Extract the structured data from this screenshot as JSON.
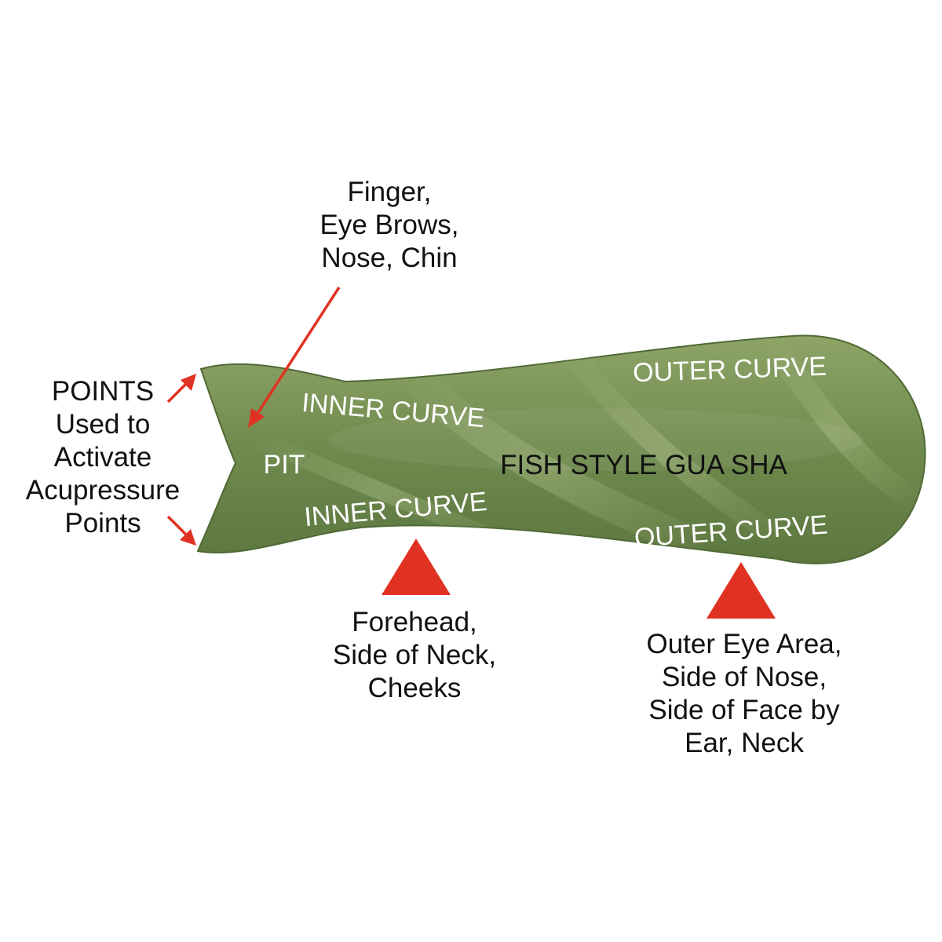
{
  "colors": {
    "jade": "#6f8a4e",
    "jade_light": "#8fa56a",
    "jade_dark": "#4f6a34",
    "marker_red": "#e03222",
    "stone_text": "#ffffff",
    "title_text": "#111111"
  },
  "stone": {
    "title": "FISH STYLE GUA SHA",
    "pit": "PIT",
    "inner_curve_top": "INNER CURVE",
    "inner_curve_bottom": "INNER CURVE",
    "outer_curve_top": "OUTER CURVE",
    "outer_curve_bottom": "OUTER CURVE"
  },
  "callouts": {
    "points": [
      "POINTS",
      "Used to",
      "Activate",
      "Acupressure",
      "Points"
    ],
    "fin": [
      "Finger,",
      "Eye Brows,",
      "Nose, Chin"
    ],
    "inner": [
      "Forehead,",
      "Side of Neck,",
      "Cheeks"
    ],
    "outer": [
      "Outer Eye Area,",
      "Side of Nose,",
      "Side of Face by",
      "Ear, Neck"
    ]
  }
}
